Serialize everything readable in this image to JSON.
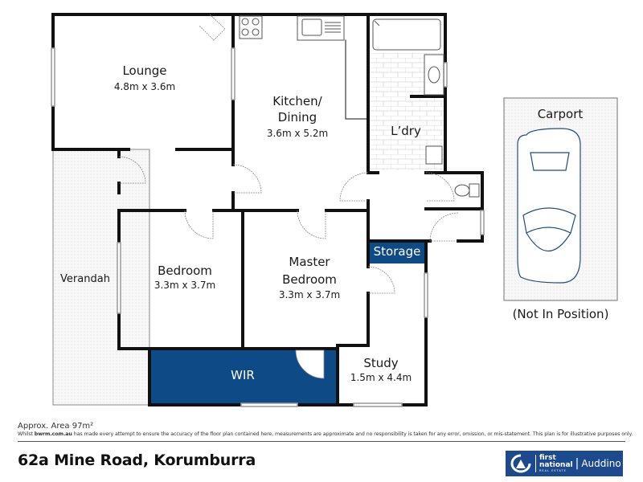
{
  "plan": {
    "colors": {
      "wall": "#111111",
      "highlight": "#0d4a86",
      "car_outline": "#1f4e79",
      "hatch": "#e6e6e6"
    },
    "rooms": [
      {
        "id": "lounge",
        "name": "Lounge",
        "dims": "4.8m x 3.6m"
      },
      {
        "id": "kitchen",
        "name_line1": "Kitchen/",
        "name_line2": "Dining",
        "dims": "3.6m x 5.2m"
      },
      {
        "id": "laundry",
        "name": "L’dry"
      },
      {
        "id": "bedroom",
        "name": "Bedroom",
        "dims": "3.3m x 3.7m"
      },
      {
        "id": "master",
        "name_line1": "Master",
        "name_line2": "Bedroom",
        "dims": "3.3m x 3.7m"
      },
      {
        "id": "storage",
        "name": "Storage"
      },
      {
        "id": "study",
        "name": "Study",
        "dims": "1.5m x 4.4m"
      },
      {
        "id": "wir",
        "name": "WIR"
      },
      {
        "id": "verandah",
        "name": "Verandah"
      },
      {
        "id": "carport",
        "name": "Carport",
        "note": "(Not In Position)"
      }
    ]
  },
  "footer": {
    "area": "Approx. Area 97m²",
    "disclaimer_prefix": "Whilst ",
    "disclaimer_brand": "bwrm.com.au",
    "disclaimer_rest": " has made every attempt to ensure the accuracy of the floor plan contained here, measurements are approximate and no responsibility is taken for any error, omission, or mis-statement. This plan is for illustrative purposes only.",
    "address": "62a Mine Road, Korumburra"
  },
  "logo": {
    "first": "first",
    "national": "national",
    "real_estate": "REAL ESTATE",
    "pipe": "|",
    "office": "Auddino",
    "color": "#1b4a8f"
  }
}
